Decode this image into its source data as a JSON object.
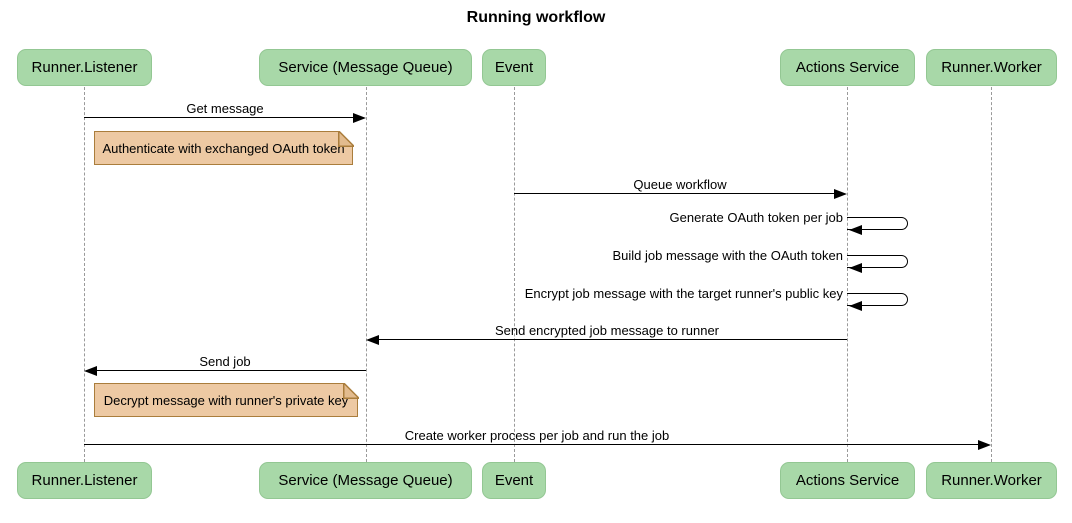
{
  "title": "Running workflow",
  "participants": [
    {
      "label": "Runner.Listener"
    },
    {
      "label": "Service (Message Queue)"
    },
    {
      "label": "Event"
    },
    {
      "label": "Actions Service"
    },
    {
      "label": "Runner.Worker"
    }
  ],
  "messages": [
    {
      "label": "Get message",
      "from": "Runner.Listener",
      "to": "Service (Message Queue)",
      "type": "solid-arrow"
    },
    {
      "label": "Queue workflow",
      "from": "Event",
      "to": "Actions Service",
      "type": "solid-arrow"
    },
    {
      "label": "Generate OAuth token per job",
      "from": "Actions Service",
      "to": "Actions Service",
      "type": "self-loop"
    },
    {
      "label": "Build job message with the OAuth token",
      "from": "Actions Service",
      "to": "Actions Service",
      "type": "self-loop"
    },
    {
      "label": "Encrypt job message with the target runner's public key",
      "from": "Actions Service",
      "to": "Actions Service",
      "type": "self-loop"
    },
    {
      "label": "Send encrypted job message to runner",
      "from": "Actions Service",
      "to": "Service (Message Queue)",
      "type": "solid-arrow"
    },
    {
      "label": "Send job",
      "from": "Service (Message Queue)",
      "to": "Runner.Listener",
      "type": "solid-arrow"
    },
    {
      "label": "Create worker process per job and run the job",
      "from": "Runner.Listener",
      "to": "Runner.Worker",
      "type": "solid-arrow"
    }
  ],
  "notes": [
    {
      "label": "Authenticate with exchanged OAuth token",
      "position": "right of Runner.Listener"
    },
    {
      "label": "Decrypt message with runner's private key",
      "position": "right of Runner.Listener"
    }
  ],
  "colors": {
    "actor_fill": "#a8d8a8",
    "actor_border": "#93c793",
    "note_fill": "#edc9a3",
    "note_border": "#aa7d3c",
    "lifeline": "#9a9a9a",
    "line": "#000000",
    "text": "#000000",
    "background": "#ffffff"
  }
}
